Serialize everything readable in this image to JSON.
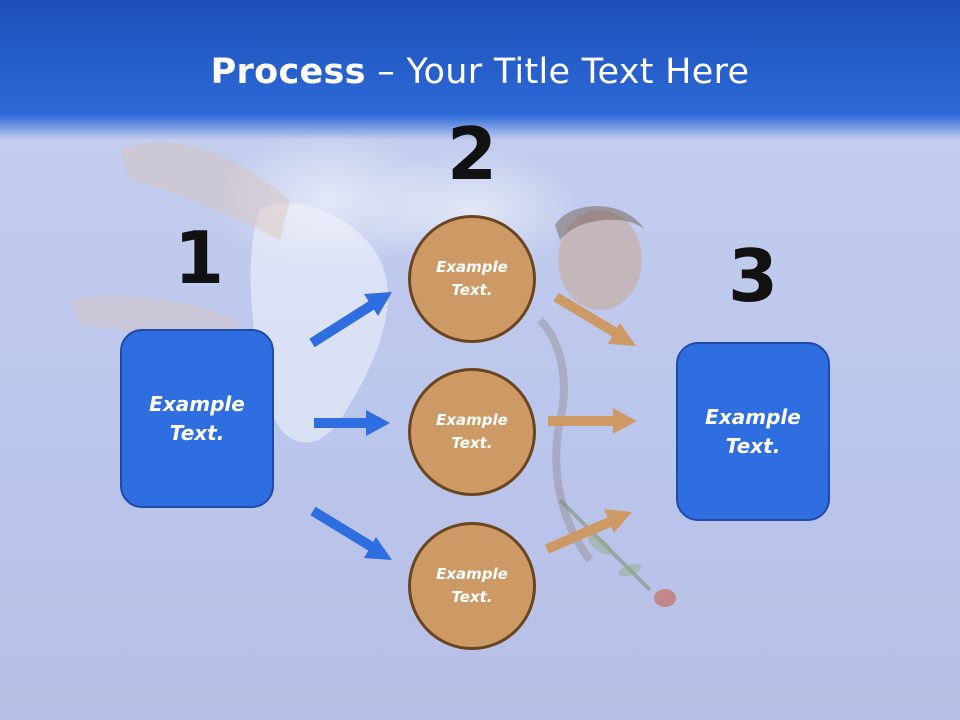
{
  "title": {
    "bold": "Process",
    "rest": " – Your Title Text Here"
  },
  "steps": {
    "one": "1",
    "two": "2",
    "three": "3"
  },
  "left_box": {
    "text": "Example Text."
  },
  "right_box": {
    "text": "Example Text."
  },
  "circles": [
    {
      "text": "Example Text."
    },
    {
      "text": "Example Text."
    },
    {
      "text": "Example Text."
    }
  ],
  "colors": {
    "box_fill": "#2f6ee0",
    "circle_fill": "#cd9a66",
    "blue_arrow": "#2f6ee0",
    "orange_arrow": "#cd9a66"
  }
}
